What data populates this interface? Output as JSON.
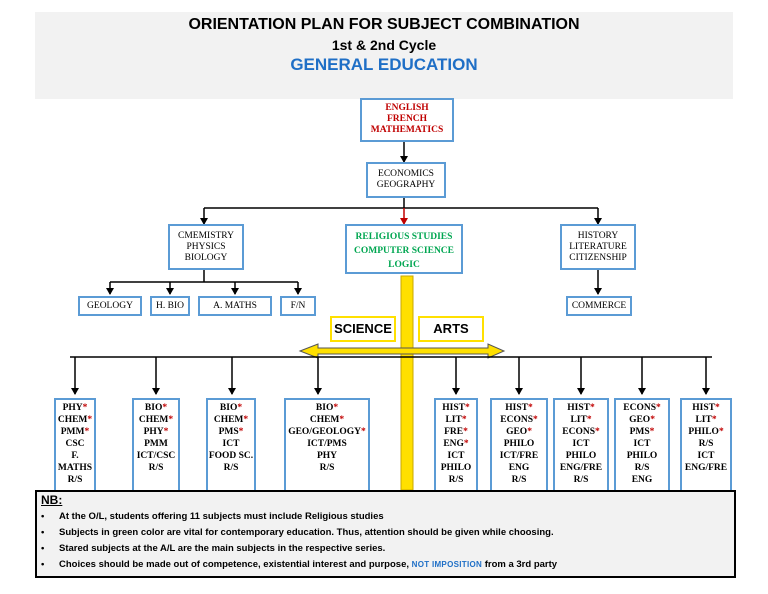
{
  "header": {
    "title": "ORIENTATION PLAN FOR SUBJECT COMBINATION",
    "subtitle": "1st & 2nd Cycle",
    "education": "GENERAL EDUCATION"
  },
  "core_box": [
    "ENGLISH",
    "FRENCH",
    "MATHEMATICS"
  ],
  "eco_box": [
    "ECONOMICS",
    "GEOGRAPHY"
  ],
  "science_box": [
    "CMEMISTRY",
    "PHYSICS",
    "BIOLOGY"
  ],
  "vital_box": [
    "RELIGIOUS STUDIES",
    "COMPUTER SCIENCE",
    "LOGIC"
  ],
  "arts_box": [
    "HISTORY",
    "LITERATURE",
    "CITIZENSHIP"
  ],
  "science_options": [
    "GEOLOGY",
    "H. BIO",
    "A.   MATHS",
    "F/N"
  ],
  "arts_options": [
    "COMMERCE"
  ],
  "labels": {
    "science": "SCIENCE",
    "arts": "ARTS"
  },
  "science_series": [
    {
      "items": [
        {
          "t": "PHY",
          "s": true
        },
        {
          "t": "CHEM",
          "s": true
        },
        {
          "t": "PMM",
          "s": true
        },
        {
          "t": "CSC",
          "s": false
        },
        {
          "t": "F. MATHS",
          "s": false
        },
        {
          "t": "R/S",
          "s": false
        }
      ]
    },
    {
      "items": [
        {
          "t": "BIO",
          "s": true
        },
        {
          "t": "CHEM",
          "s": true
        },
        {
          "t": "PHY",
          "s": true
        },
        {
          "t": "PMM",
          "s": false
        },
        {
          "t": "ICT/CSC",
          "s": false
        },
        {
          "t": "R/S",
          "s": false
        }
      ]
    },
    {
      "items": [
        {
          "t": "BIO",
          "s": true
        },
        {
          "t": "CHEM",
          "s": true
        },
        {
          "t": "PMS",
          "s": true
        },
        {
          "t": "ICT",
          "s": false
        },
        {
          "t": "FOOD SC.",
          "s": false
        },
        {
          "t": "R/S",
          "s": false
        }
      ]
    },
    {
      "items": [
        {
          "t": "BIO",
          "s": true
        },
        {
          "t": "CHEM",
          "s": true
        },
        {
          "t": "GEO/GEOLOGY",
          "s": true
        },
        {
          "t": "ICT/PMS",
          "s": false
        },
        {
          "t": "PHY",
          "s": false
        },
        {
          "t": "R/S",
          "s": false
        }
      ]
    }
  ],
  "arts_series": [
    {
      "items": [
        {
          "t": "HIST",
          "s": true
        },
        {
          "t": "LIT",
          "s": true
        },
        {
          "t": "FRE",
          "s": true
        },
        {
          "t": "ENG",
          "s": true
        },
        {
          "t": "ICT",
          "s": false
        },
        {
          "t": "PHILO",
          "s": false
        },
        {
          "t": "R/S",
          "s": false
        }
      ]
    },
    {
      "items": [
        {
          "t": "HIST",
          "s": true
        },
        {
          "t": "ECONS",
          "s": true
        },
        {
          "t": "GEO",
          "s": true
        },
        {
          "t": "PHILO",
          "s": false
        },
        {
          "t": "ICT/FRE",
          "s": false
        },
        {
          "t": "ENG",
          "s": false
        },
        {
          "t": "R/S",
          "s": false
        }
      ]
    },
    {
      "items": [
        {
          "t": "HIST",
          "s": true
        },
        {
          "t": "LIT",
          "s": true
        },
        {
          "t": "ECONS",
          "s": true
        },
        {
          "t": "ICT",
          "s": false
        },
        {
          "t": "PHILO",
          "s": false
        },
        {
          "t": "ENG/FRE",
          "s": false
        },
        {
          "t": "R/S",
          "s": false
        }
      ]
    },
    {
      "items": [
        {
          "t": "ECONS",
          "s": true
        },
        {
          "t": "GEO",
          "s": true
        },
        {
          "t": "PMS",
          "s": true
        },
        {
          "t": "ICT",
          "s": false
        },
        {
          "t": "PHILO",
          "s": false
        },
        {
          "t": "R/S",
          "s": false
        },
        {
          "t": "ENG",
          "s": false
        }
      ]
    },
    {
      "items": [
        {
          "t": "HIST",
          "s": true
        },
        {
          "t": "LIT",
          "s": true
        },
        {
          "t": "PHILO",
          "s": true
        },
        {
          "t": "R/S",
          "s": false
        },
        {
          "t": "ICT",
          "s": false
        },
        {
          "t": "ENG/FRE",
          "s": false
        }
      ]
    }
  ],
  "star_symbol": "*",
  "nb": {
    "title": "NB:",
    "notes": [
      "At the O/L, students offering 11 subjects must include Religious studies",
      "Subjects in green color are vital for contemporary education. Thus, attention should be given while choosing.",
      "Stared subjects at the A/L are the main subjects in the respective series."
    ],
    "last_note_before": "Choices should be made out of competence, existential interest and purpose, ",
    "last_note_highlight": "NOT IMPOSITION",
    "last_note_after": "  from a 3rd party"
  },
  "colors": {
    "box_border": "#5b9bd5",
    "core_text": "#c00000",
    "vital_text": "#00a651",
    "star": "#c00000",
    "arrow_yellow": "#ffe000",
    "title_blue": "#1f6fc6"
  }
}
